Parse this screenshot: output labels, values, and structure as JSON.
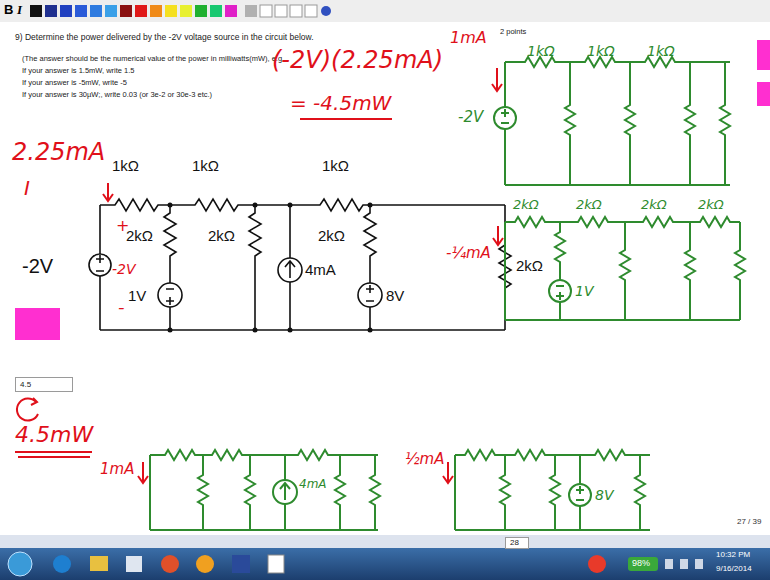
{
  "diagram": {
    "title": "9)  Determine the power delivered by the -2V voltage source in the circuit below.",
    "nodes": [
      {
        "text": [
          "4.5"
        ]
      },
      {
        "text": [
          "28"
        ]
      }
    ],
    "labels": [
      "B",
      "I",
      "(The answer should be the numerical value of the power in milliwatts(mW), e.g.",
      "If your answer is 1.5mW, write 1.5",
      "If your answer is -5mW, write -5",
      "If your answer is 30µW;, write 0.03 (or 3e-2 or 30e-3 etc.)",
      "(-2V)(2.25mA)",
      "= -4.5mW",
      "1mA",
      "2 points",
      "1kΩ",
      "1kΩ",
      "1kΩ",
      "-2V",
      "2kΩ",
      "2kΩ",
      "2kΩ",
      "2kΩ",
      "-¼mA",
      "1V",
      "2.25mA",
      "I",
      "1kΩ",
      "1kΩ",
      "1kΩ",
      "+",
      "2kΩ",
      "2kΩ",
      "2kΩ",
      "2kΩ",
      "-2V",
      "-2V",
      "1V",
      "4mA",
      "8V",
      "-",
      "4.5mW",
      "1mA",
      "4mA",
      "½mA",
      "8V",
      "27 / 39",
      "98%",
      "10:32 PM",
      "9/16/2014"
    ]
  }
}
